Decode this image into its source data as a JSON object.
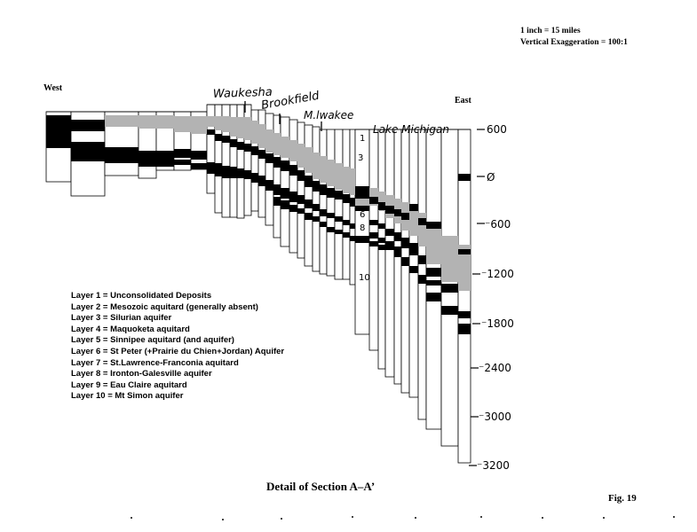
{
  "scale": {
    "line1": "1 inch = 15 miles",
    "line2": "Vertical Exaggeration = 100:1"
  },
  "directions": {
    "west": "West",
    "east": "East"
  },
  "places": [
    {
      "key": "waukesha",
      "label": "Waukesha"
    },
    {
      "key": "brookfield",
      "label": "Brookfield"
    },
    {
      "key": "milwaukee",
      "label": "M.lwakee"
    },
    {
      "key": "lake-michigan",
      "label": "Lake Michigan"
    }
  ],
  "elevation_ticks": [
    "600",
    "Ø",
    "⁻600",
    "⁻1200",
    "⁻1800",
    "⁻2400",
    "⁻3000",
    "⁻3200"
  ],
  "layer_numbers": [
    "1",
    "3",
    "6",
    "8",
    "10"
  ],
  "legend": [
    "Layer 1 = Unconsolidated Deposits",
    "Layer 2 = Mesozoic aquitard (generally absent)",
    "Layer 3 = Silurian aquifer",
    "Layer 4 = Maquoketa aquitard",
    "Layer 5 = Sinnipee aquitard (and aquifer)",
    "Layer 6 = St Peter (+Prairie du Chien+Jordan) Aquifer",
    "Layer 7 = St.Lawrence-Franconia aquitard",
    "Layer 8 = Ironton-Galesville aquifer",
    "Layer 9 = Eau Claire aquitard",
    "Layer 10 = Mt Simon aquifer"
  ],
  "title": "Detail of Section A–A’",
  "figure": "Fig. 19",
  "colors": {
    "ink": "#000000",
    "shale_gray": "#b3b3b3",
    "background": "#ffffff"
  }
}
